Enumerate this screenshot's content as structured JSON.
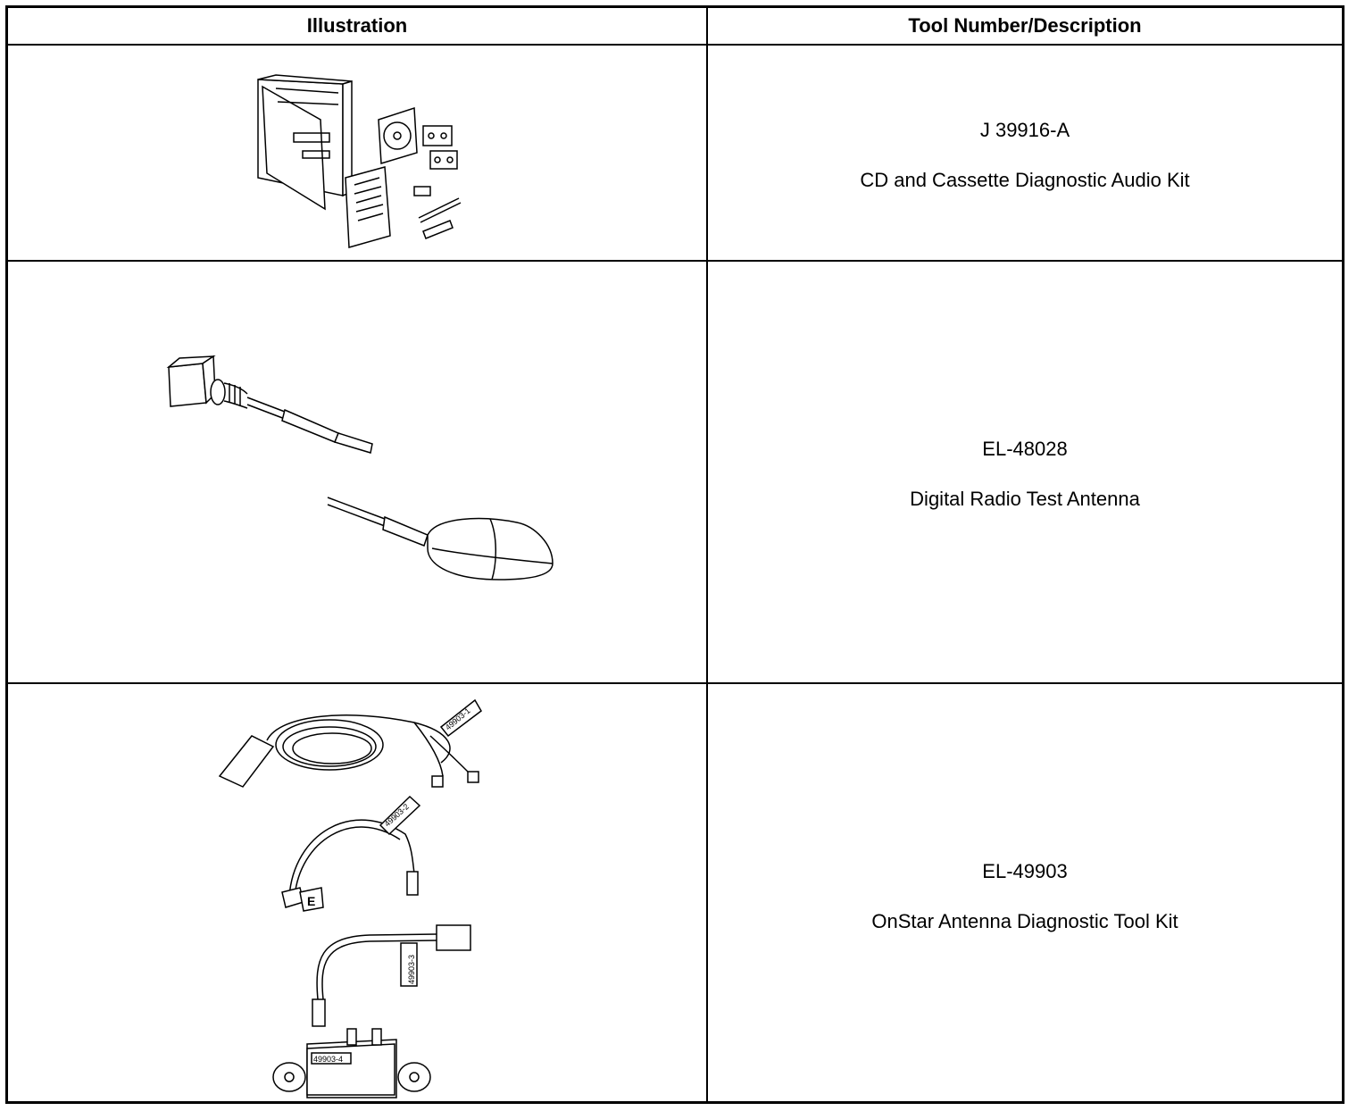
{
  "header": {
    "illustration": "Illustration",
    "tool": "Tool Number/Description"
  },
  "rows": [
    {
      "number": "J 39916-A",
      "description": "CD and Cassette Diagnostic Audio Kit",
      "illustration_icon": "audio-kit-icon"
    },
    {
      "number": "EL-48028",
      "description": "Digital Radio Test Antenna",
      "illustration_icon": "test-antenna-icon"
    },
    {
      "number": "EL-49903",
      "description": "OnStar Antenna Diagnostic Tool Kit",
      "illustration_icon": "antenna-tool-kit-icon"
    }
  ],
  "illustration_labels": {
    "cable_1": "49903-1",
    "cable_2": "49903-2",
    "cable_3": "49903-3",
    "box_4": "49903-4",
    "letter": "E"
  }
}
